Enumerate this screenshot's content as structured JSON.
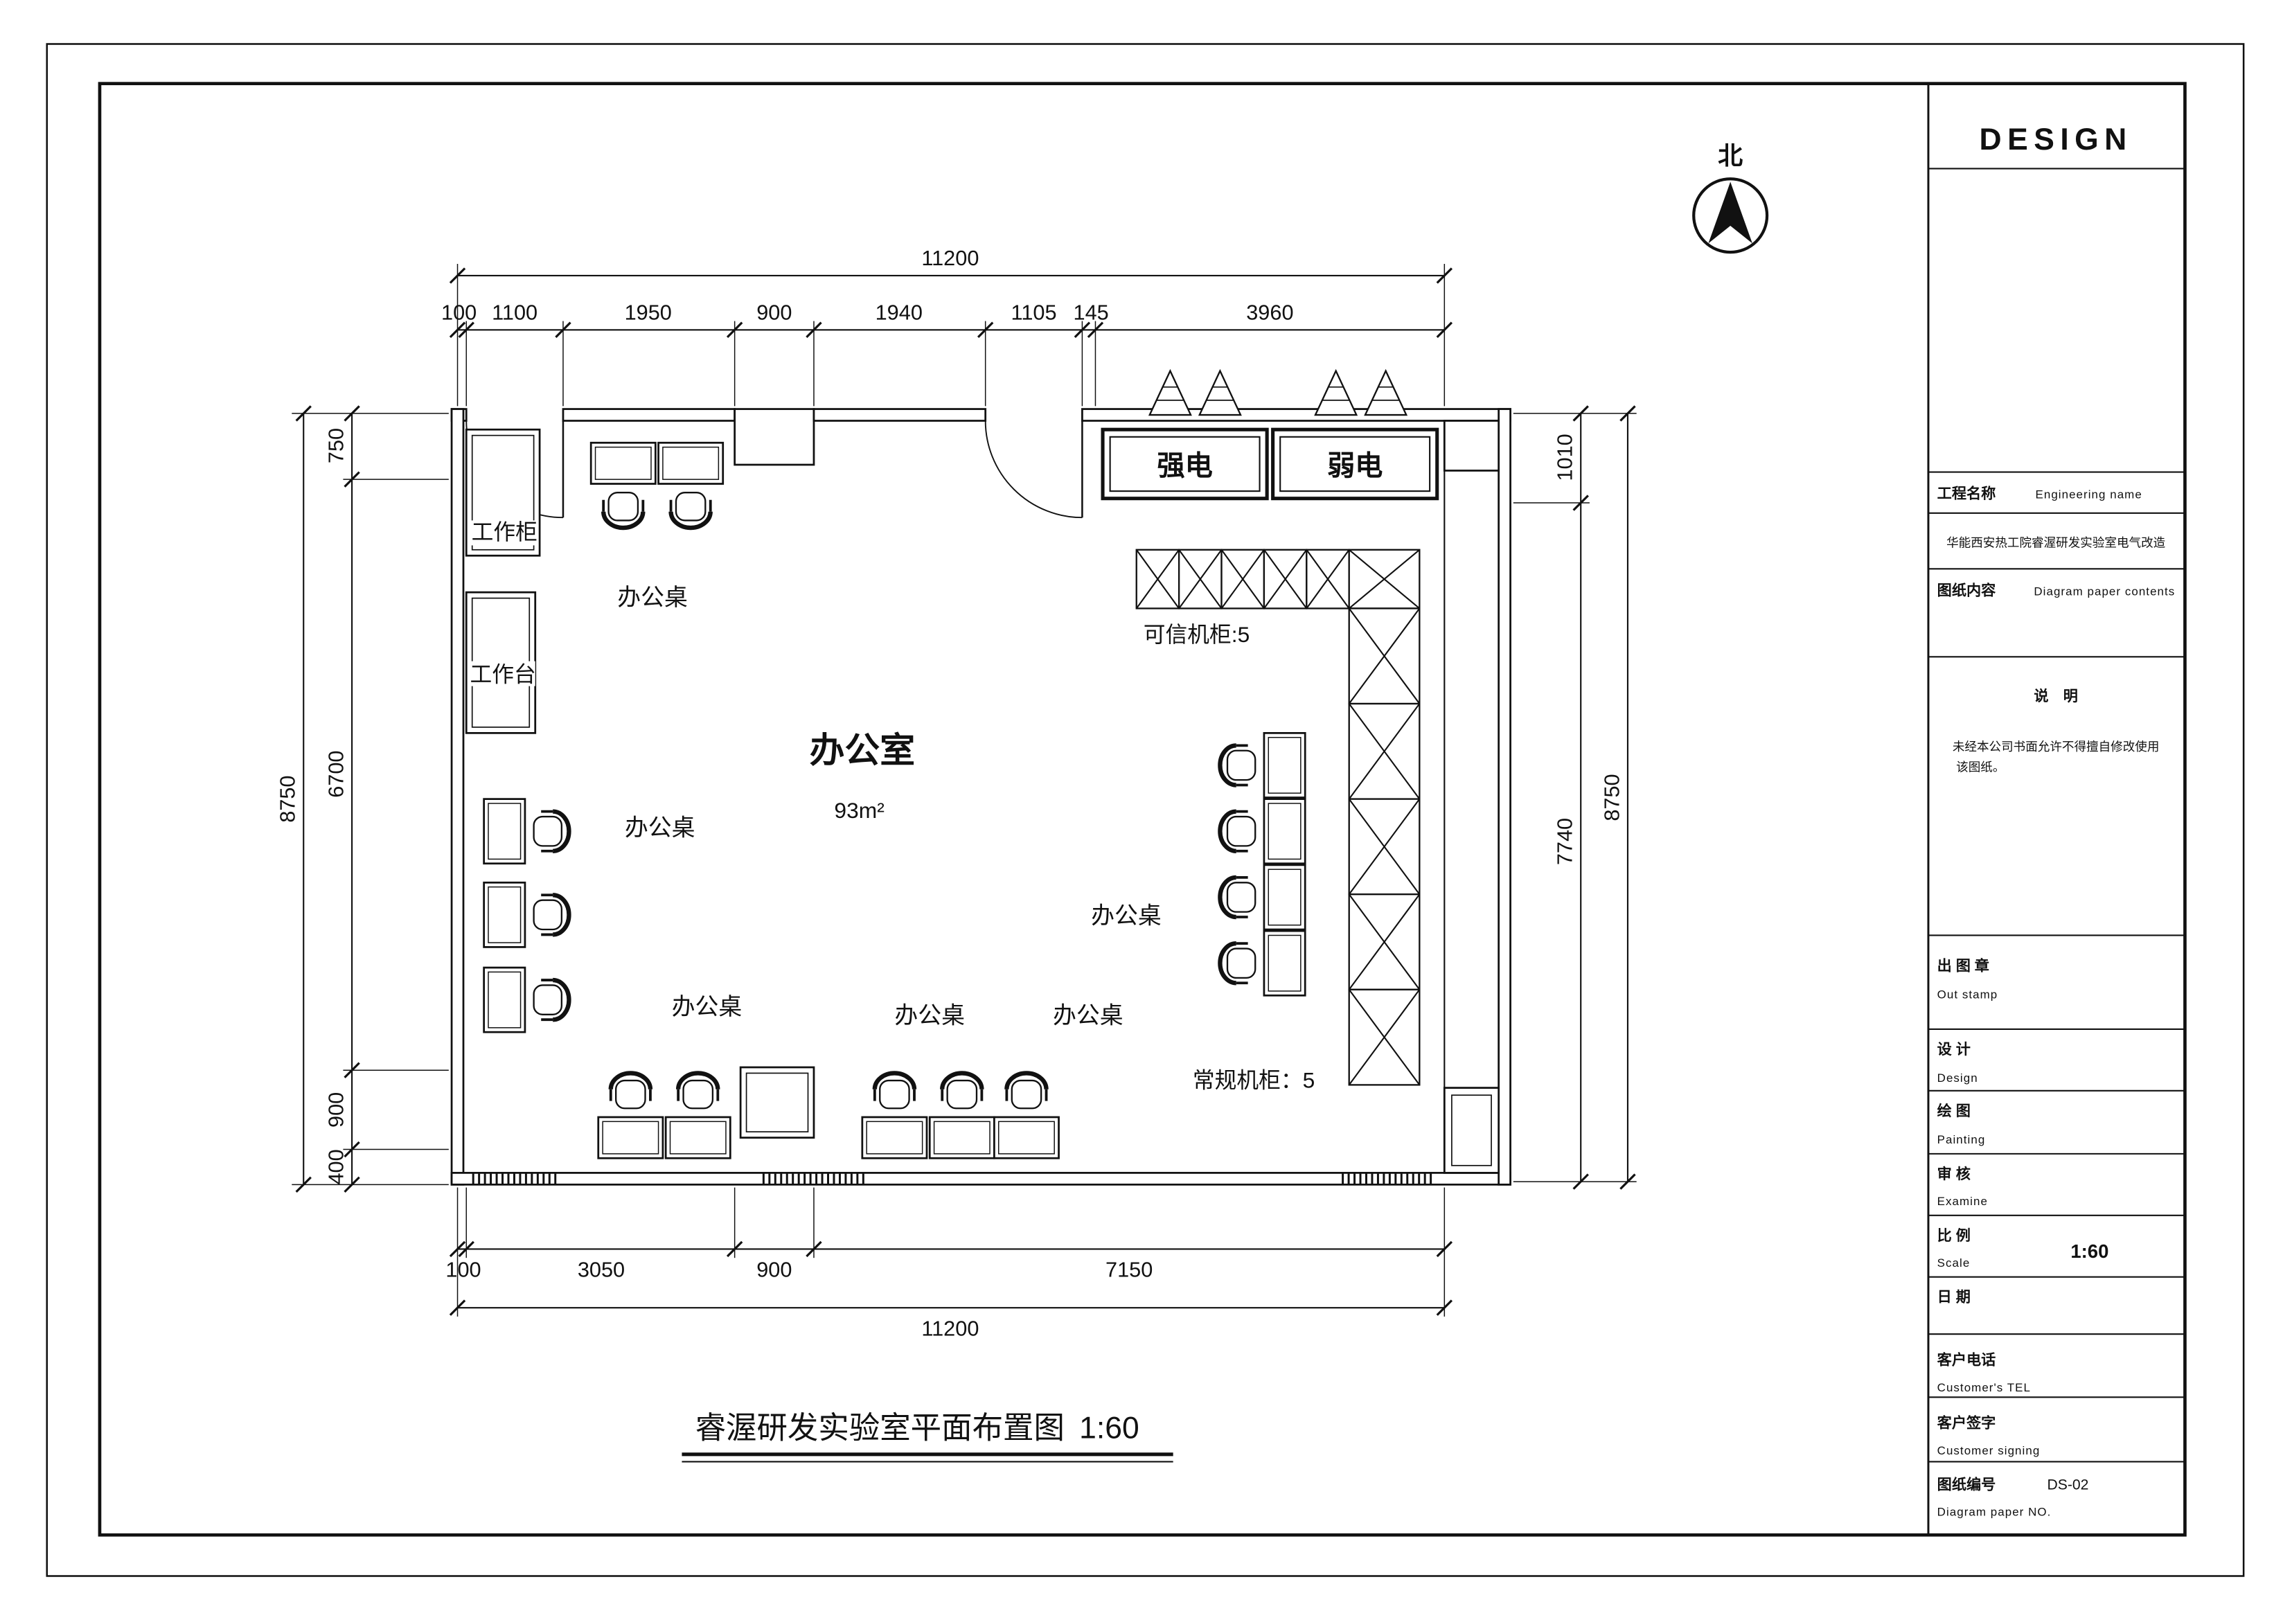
{
  "north_label": "北",
  "sheet": {
    "title": "睿渥研发实验室平面布置图",
    "scale": "1:60"
  },
  "plan": {
    "room_label": "办公室",
    "room_area": "93m²",
    "labels": {
      "work_cabinet": "工作柜",
      "work_bench": "工作台",
      "desk": "办公桌",
      "strong_power": "强电",
      "weak_power": "弱电",
      "trusted_cabinet": "可信机柜:5",
      "regular_cabinet": "常规机柜：5"
    },
    "dims": {
      "top_total": "11200",
      "top_segs": [
        "100",
        "1100",
        "1950",
        "900",
        "1940",
        "1105",
        "145",
        "3960"
      ],
      "bottom_total": "11200",
      "bottom_segs": [
        "100",
        "3050",
        "900",
        "7150"
      ],
      "left_total": "8750",
      "left_segs": [
        "750",
        "6700",
        "900",
        "400"
      ],
      "right_total": "8750",
      "right_segs": [
        "1010",
        "7740"
      ]
    }
  },
  "title_block": {
    "header": "DESIGN",
    "eng_name_label": "工程名称",
    "eng_name_en": "Engineering  name",
    "project_name": "华能西安热工院睿渥研发实验室电气改造",
    "content_label": "图纸内容",
    "content_en": "Diagram  paper  contents",
    "notes_header": "说　明",
    "note_line1": "未经本公司书面允许不得擅自修改使用",
    "note_line2": "该图纸。",
    "stamp_label": "出 图 章",
    "stamp_en": "Out  stamp",
    "design_label": "设 计",
    "design_en": "Design",
    "painting_label": "绘 图",
    "painting_en": "Painting",
    "examine_label": "审 核",
    "examine_en": "Examine",
    "scale_label": "比 例",
    "scale_en": "Scale",
    "scale_value": "1:60",
    "date_label": "日 期",
    "tel_label": "客户电话",
    "tel_en": "Customer's  TEL",
    "sign_label": "客户签字",
    "sign_en": "Customer  signing",
    "no_label": "图纸编号",
    "no_value": "DS-02",
    "no_en": "Diagram  paper  NO."
  }
}
